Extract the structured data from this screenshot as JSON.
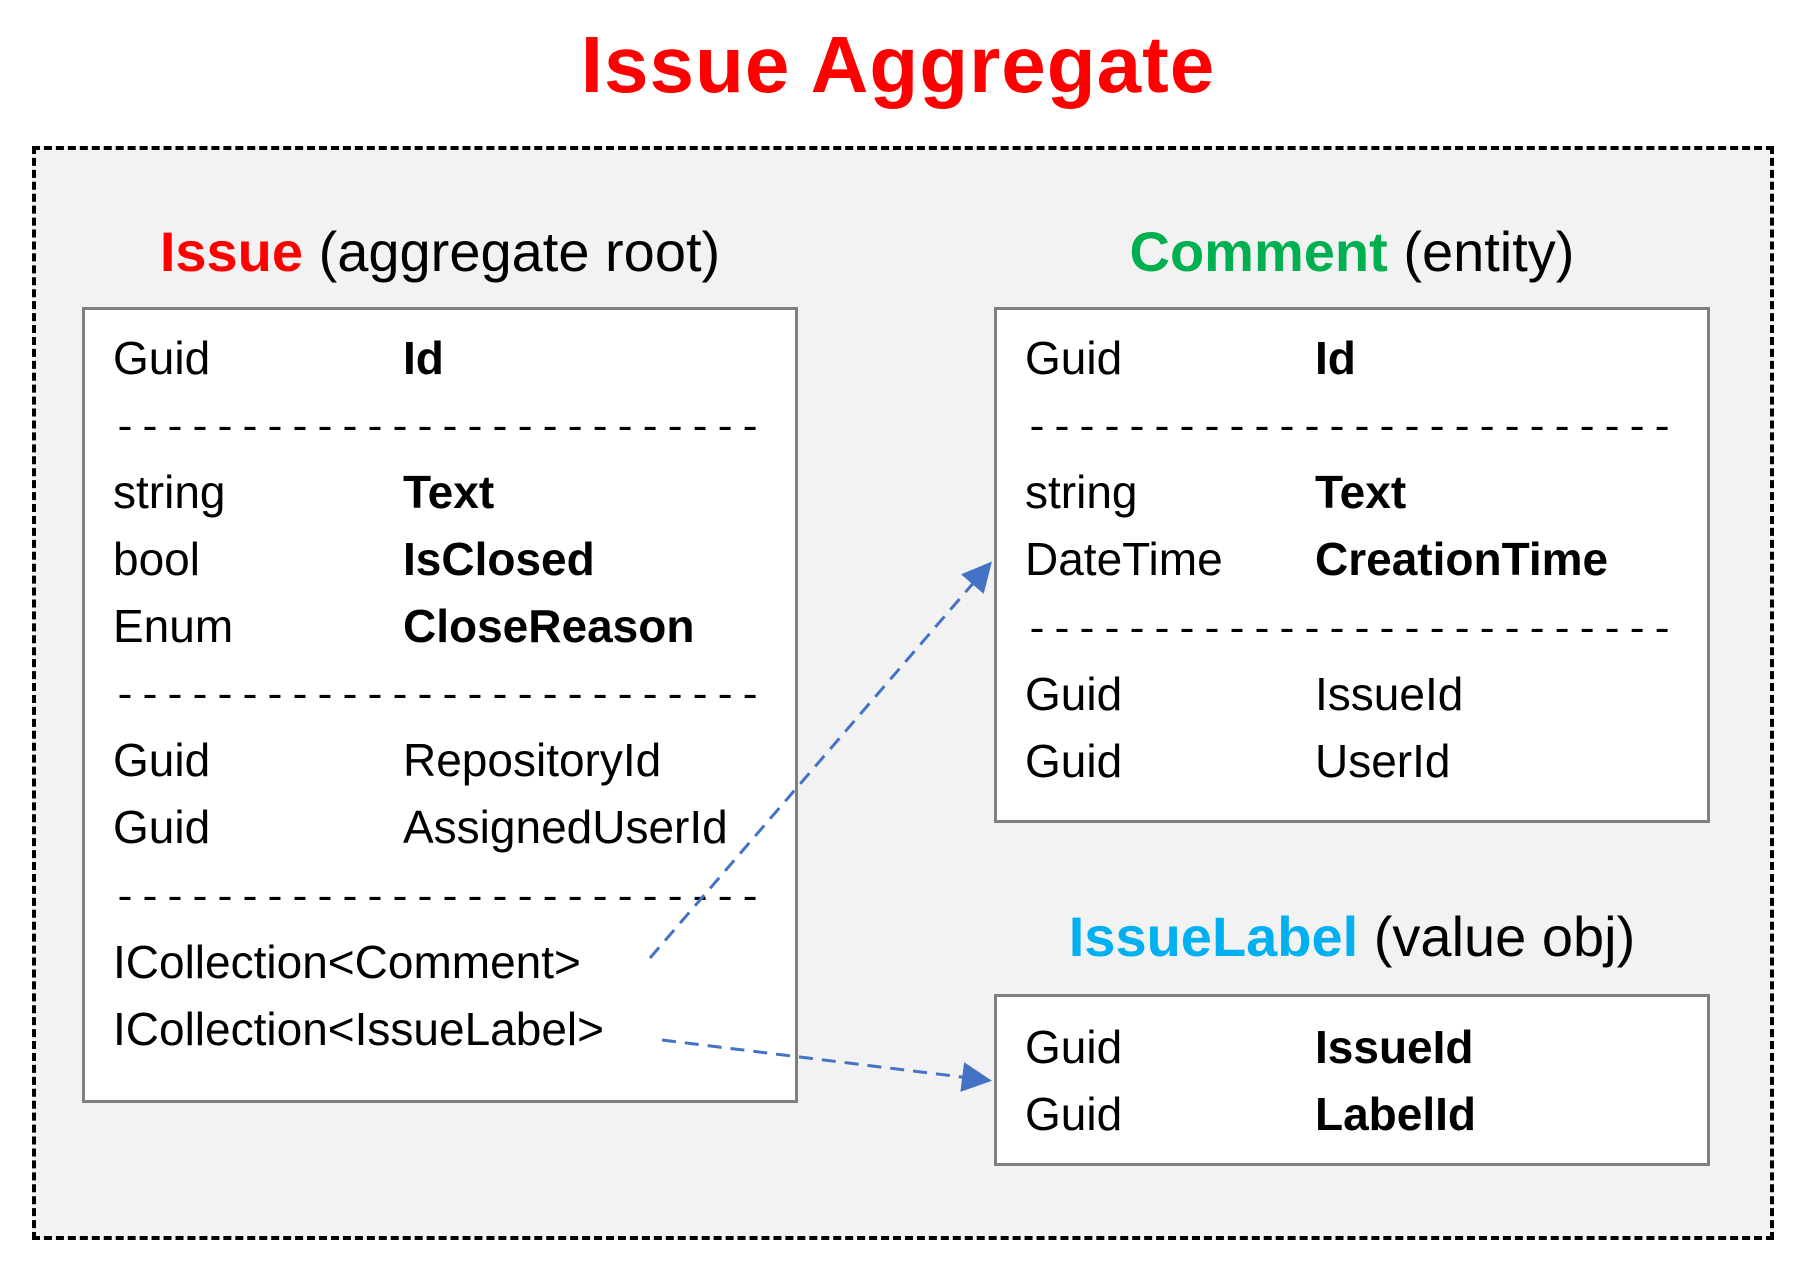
{
  "title": "Issue Aggregate",
  "colors": {
    "title": "#ff0000",
    "issue": "#ff0000",
    "comment": "#00b050",
    "issue_label": "#00b0f0",
    "arrow": "#4472c4"
  },
  "separator": "-------------------------------------",
  "issue": {
    "name": "Issue",
    "kind": "(aggregate root)",
    "rows": [
      {
        "type": "Guid",
        "field": "Id"
      },
      {
        "type": "string",
        "field": "Text"
      },
      {
        "type": "bool",
        "field": "IsClosed"
      },
      {
        "type": "Enum",
        "field": "CloseReason"
      },
      {
        "type": "Guid",
        "field": "RepositoryId"
      },
      {
        "type": "Guid",
        "field": "AssignedUserId"
      },
      {
        "type": "ICollection<Comment>"
      },
      {
        "type": "ICollection<IssueLabel>"
      }
    ]
  },
  "comment": {
    "name": "Comment",
    "kind": "(entity)",
    "rows": [
      {
        "type": "Guid",
        "field": "Id"
      },
      {
        "type": "string",
        "field": "Text"
      },
      {
        "type": "DateTime",
        "field": "CreationTime"
      },
      {
        "type": "Guid",
        "field": "IssueId"
      },
      {
        "type": "Guid",
        "field": "UserId"
      }
    ]
  },
  "issue_label": {
    "name": "IssueLabel",
    "kind": "(value obj)",
    "rows": [
      {
        "type": "Guid",
        "field": "IssueId"
      },
      {
        "type": "Guid",
        "field": "LabelId"
      }
    ]
  }
}
